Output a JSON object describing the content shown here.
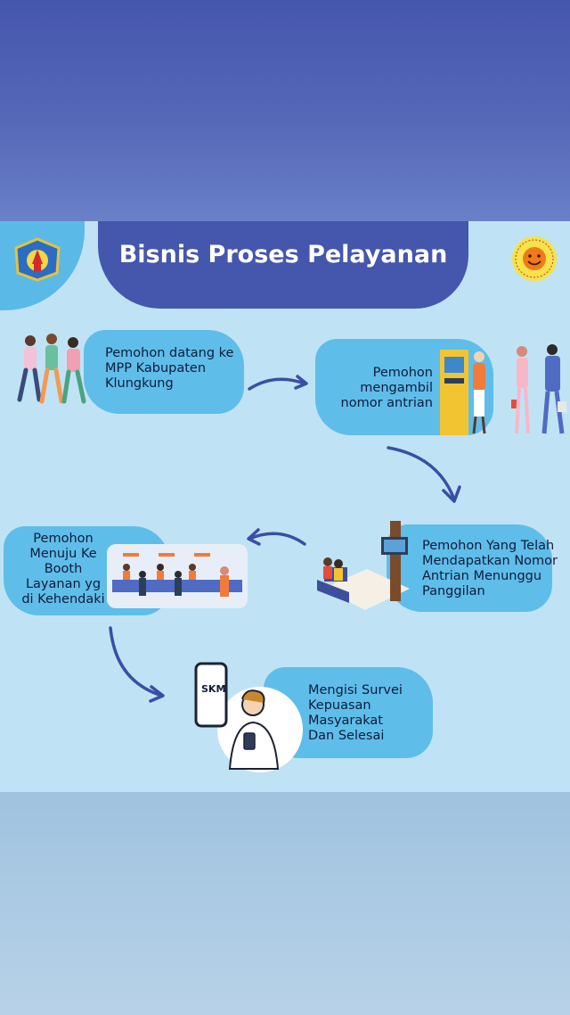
{
  "diagram": {
    "title": "Bisnis Proses Pelayanan",
    "steps": [
      {
        "lines": [
          "Pemohon datang ke",
          "MPP Kabupaten",
          "Klungkung"
        ]
      },
      {
        "lines": [
          "Pemohon",
          "mengambil",
          "nomor antrian"
        ]
      },
      {
        "lines": [
          "Pemohon Yang Telah",
          "Mendapatkan Nomor",
          "Antrian Menunggu",
          "Panggilan"
        ]
      },
      {
        "lines": [
          "Pemohon",
          "Menuju Ke",
          "Booth",
          "Layanan yg",
          "di Kehendaki"
        ]
      },
      {
        "lines": [
          "Mengisi Survei",
          "Kepuasan",
          "Masyarakat",
          "Dan Selesai"
        ]
      }
    ],
    "phone_label": "SKM"
  },
  "colors": {
    "accent": "#4556ad",
    "bubble": "#5fbde9",
    "panel": "#bfe3f4",
    "arrow": "#3b4ea6"
  },
  "icons": {
    "logo_left": "klungkung-emblem",
    "logo_right": "smiley-service-badge"
  }
}
